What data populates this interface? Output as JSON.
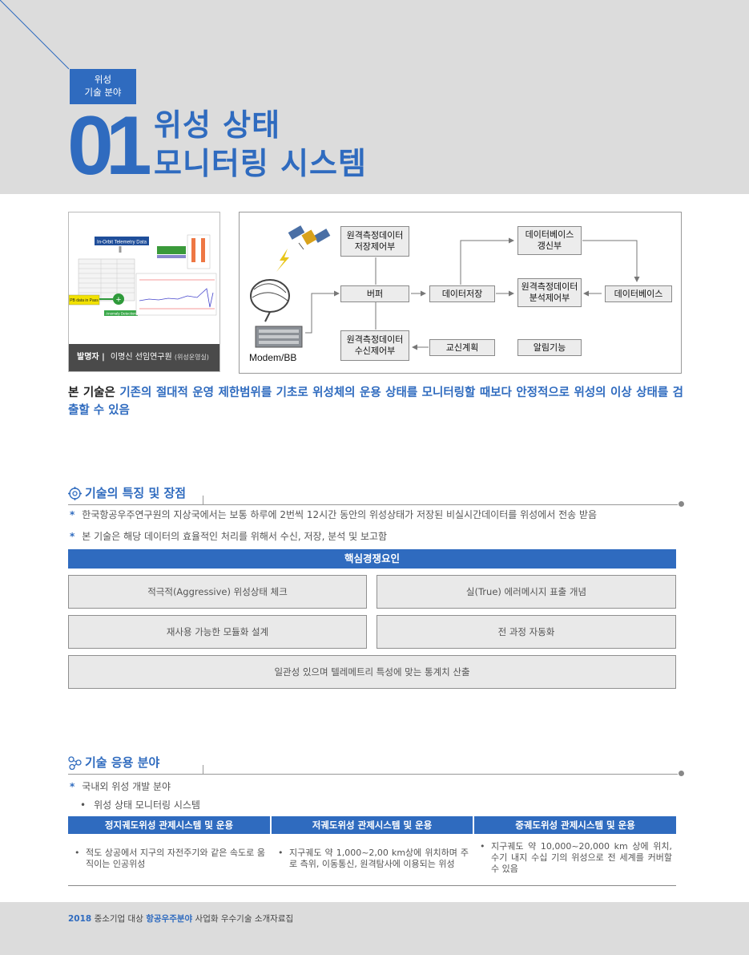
{
  "header": {
    "category_line1": "위성",
    "category_line2": "기술 분야",
    "number": "01",
    "title_line1": "위성 상태",
    "title_line2": "모니터링 시스템"
  },
  "inventor": {
    "label": "발명자 |",
    "name": "이명신 선임연구원",
    "dept": "(위성운영실)",
    "thumb_title": "In-Orbit Telemetry Data",
    "thumb_pb": "PB data in Pass",
    "thumb_anomaly": "Anomaly Detection"
  },
  "diagram": {
    "modem_label": "Modem/BB",
    "box_store_ctrl_1": "원격측정데이터",
    "box_store_ctrl_2": "저장제어부",
    "box_buffer": "버퍼",
    "box_recv_ctrl_1": "원격측정데이터",
    "box_recv_ctrl_2": "수신제어부",
    "box_data_store": "데이터저장",
    "box_db_update_1": "데이터베이스",
    "box_db_update_2": "갱신부",
    "box_analysis_1": "원격측정데이터",
    "box_analysis_2": "분석제어부",
    "box_database": "데이터베이스",
    "box_schedule": "교신계획",
    "box_alarm": "알림기능"
  },
  "summary": {
    "lead": "본 기술은",
    "body": "기존의 절대적 운영 제한범위를 기초로 위성체의 운용 상태를 모니터링할 때보다 안정적으로 위성의 이상 상태를 검출할 수 있음"
  },
  "features": {
    "title": "기술의 특징 및 장점",
    "bullets": [
      "한국항공우주연구원의 지상국에서는 보통 하루에 2번씩 12시간 동안의 위성상태가 저장된 비실시간데이터를 위성에서 전송 받음",
      "본 기술은 해당 데이터의 효율적인 처리를 위해서 수신, 저장, 분석 및 보고함"
    ],
    "core_title": "핵심경쟁요인",
    "factors": [
      "적극적(Aggressive) 위성상태 체크",
      "실(True) 에러메시지 표출 개념",
      "재사용 가능한 모듈화 설계",
      "전 과정 자동화",
      "일관성 있으며 텔레메트리 특성에 맞는 통계치 산출"
    ]
  },
  "applications": {
    "title": "기술 응용 분야",
    "bullet": "국내외 위성 개발 분야",
    "sub_bullet": "위성 상태 모니터링 시스템",
    "headers": [
      "정지궤도위성 관제시스템 및 운용",
      "저궤도위성 관제시스템 및 운용",
      "중궤도위성 관제시스템 및 운용"
    ],
    "cells": [
      "적도 상공에서 지구의 자전주기와 같은 속도로 움직이는 인공위성",
      "지구궤도 약 1,000~2,00 km상에 위치하며 주로 측위, 이동통신, 원격탐사에 이용되는 위성",
      "지구궤도 약 10,000~20,000 km 상에 위치, 수기 내지 수십 기의 위성으로 전 세계를 커버할 수 있음"
    ]
  },
  "footer": {
    "year": "2018",
    "part1": "중소기업 대상",
    "highlight": "항공우주분야",
    "part2": "사업화 우수기술 소개자료집"
  }
}
